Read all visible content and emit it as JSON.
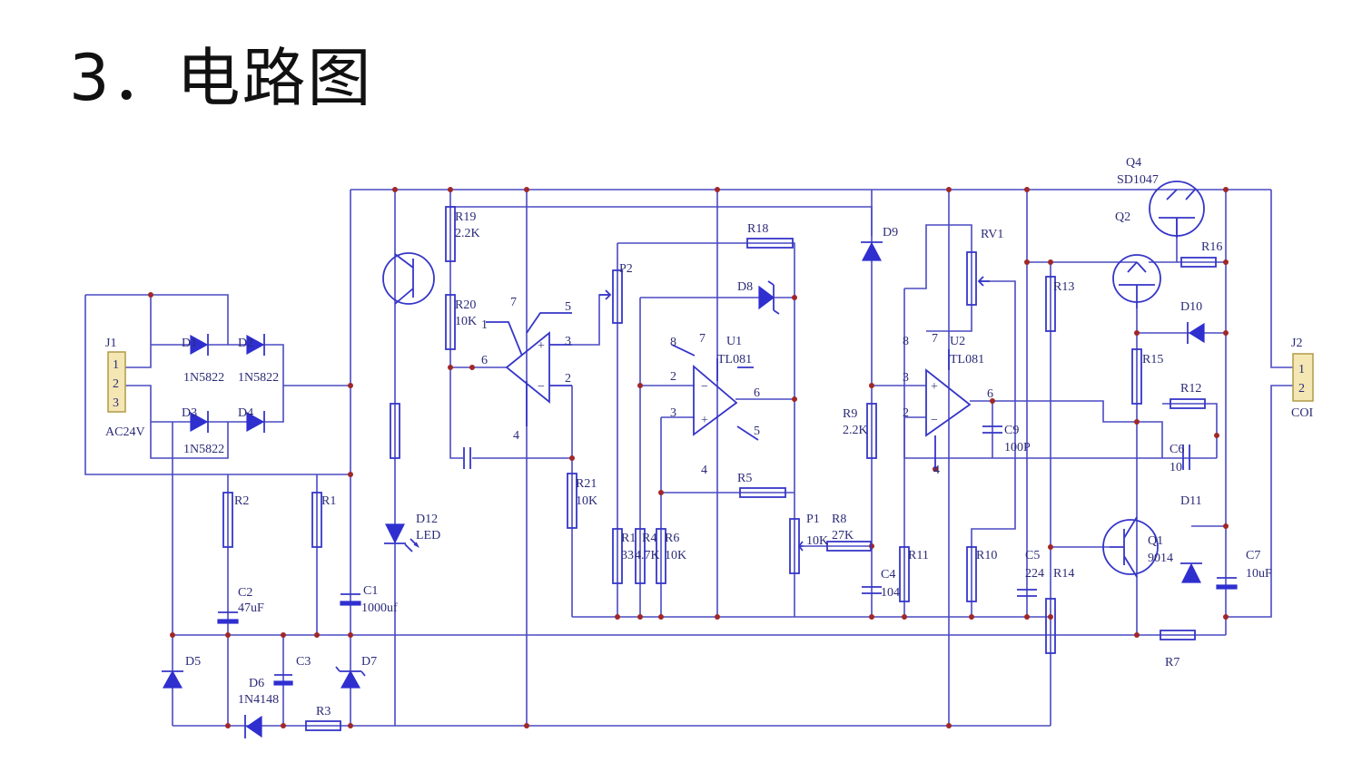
{
  "slide": {
    "title": "3．电路图"
  },
  "schematic": {
    "connectors": {
      "j1": {
        "ref": "J1",
        "pins": [
          "1",
          "2",
          "3"
        ],
        "note": "AC24V"
      },
      "j2": {
        "ref": "J2",
        "pins": [
          "1",
          "2"
        ],
        "note": "COI"
      }
    },
    "bridge": {
      "d1": "D1",
      "d2": "D2",
      "d3": "D3",
      "d4": "D4",
      "part": "1N5822"
    },
    "resistors": {
      "r1": "R1",
      "r2": "R2",
      "r3": "R3",
      "r5": "R5",
      "r7": "R7",
      "r8": "R8",
      "r8_val": "27K",
      "r9": "R9",
      "r9_val": "2.2K",
      "r10": "R10",
      "r11": "R11",
      "r12": "R12",
      "r13": "R13",
      "r14": "R14",
      "r15": "R15",
      "r16": "R16",
      "r18": "R18",
      "r19": "R19",
      "r19_val": "2.2K",
      "r20": "R20",
      "r20_val": "10K",
      "r21": "R21",
      "r21_val": "10K",
      "r3b": "R1",
      "r3b_val": "33",
      "r4": "R4",
      "r4_val": "4.7K",
      "r6": "R6",
      "r6_val": "10K"
    },
    "pots": {
      "p1": "P1",
      "p1_val": "10K",
      "p2": "P2",
      "rv1": "RV1"
    },
    "capacitors": {
      "c1": "C1",
      "c1_val": "1000uf",
      "c2": "C2",
      "c2_val": "47uF",
      "c3": "C3",
      "c4": "C4",
      "c4_val": "104",
      "c5": "C5",
      "c5_val": "224",
      "c6": "C6",
      "c6_val": "10",
      "c7": "C7",
      "c7_val": "10uF",
      "c9": "C9",
      "c9_val": "100P"
    },
    "diodes": {
      "d5": "D5",
      "d6": "D6",
      "d6_val": "1N4148",
      "d7": "D7",
      "d8": "D8",
      "d9": "D9",
      "d10": "D10",
      "d11": "D11",
      "d12": "D12",
      "d12_val": "LED"
    },
    "transistors": {
      "q1": "Q1",
      "q1_val": "9014",
      "q2": "Q2",
      "q4": "Q4",
      "q4_val": "SD1047"
    },
    "ics": {
      "u1": "U1",
      "u1_val": "TL081",
      "u2": "U2",
      "u2_val": "TL081"
    },
    "pins": {
      "p1": "1",
      "p2": "2",
      "p3": "3",
      "p4": "4",
      "p5": "5",
      "p6": "6",
      "p7": "7",
      "p8": "8"
    }
  }
}
